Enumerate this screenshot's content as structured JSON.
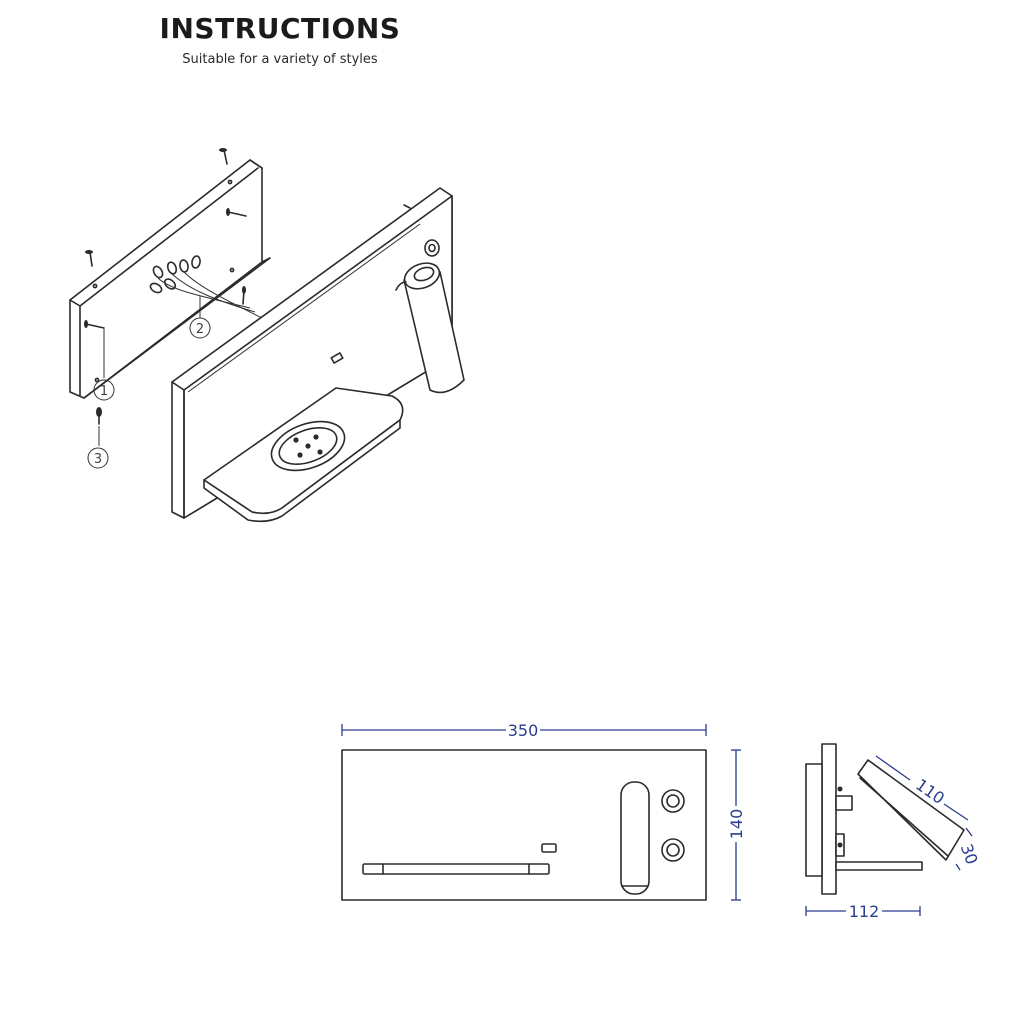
{
  "header": {
    "title": "INSTRUCTIONS",
    "subtitle": "Suitable for a variety of styles"
  },
  "callouts": {
    "c1": "1",
    "c2": "2",
    "c3": "3"
  },
  "dimensions": {
    "width": "350",
    "height": "140",
    "depth": "112",
    "shelf_length": "110",
    "shelf_thickness": "30"
  },
  "colors": {
    "line": "#2b2b2b",
    "dimension": "#2a3d8f"
  }
}
